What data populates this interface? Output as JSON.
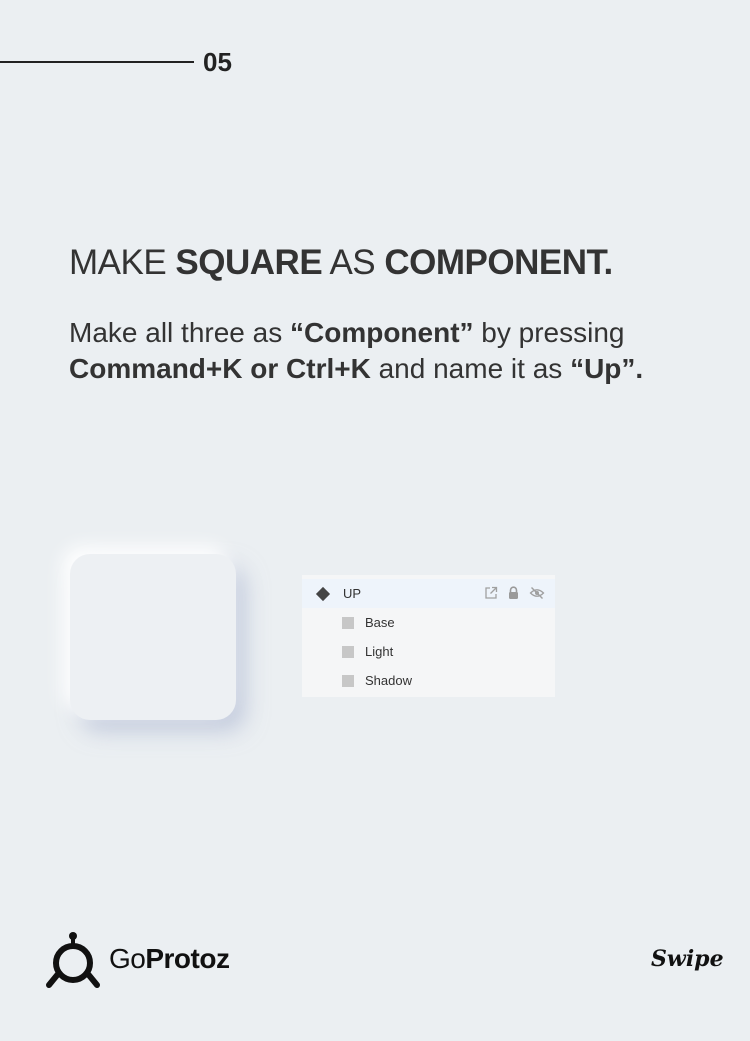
{
  "header": {
    "step_number": "05"
  },
  "title": {
    "part1": "MAKE ",
    "part2": "SQUARE",
    "part3": " AS ",
    "part4": "COMPONENT."
  },
  "description": {
    "t1": "Make all three as ",
    "t2": "“Component”",
    "t3": " by pressing ",
    "t4": "Command+K or Ctrl+K",
    "t5": " and name it as ",
    "t6": "“Up”."
  },
  "layers_panel": {
    "component": {
      "label": "UP",
      "icon": "component-diamond-icon"
    },
    "children": [
      {
        "label": "Base",
        "icon": "rectangle-icon"
      },
      {
        "label": "Light",
        "icon": "rectangle-icon"
      },
      {
        "label": "Shadow",
        "icon": "rectangle-icon"
      }
    ],
    "actions": [
      "external-link-icon",
      "lock-icon",
      "eye-hidden-icon"
    ]
  },
  "brand": {
    "name_light": "Go",
    "name_bold": "Protoz"
  },
  "footer": {
    "swipe_label": "Swipe"
  },
  "colors": {
    "background": "#ebeff2",
    "text": "#333333",
    "panel": "#f5f6f7",
    "selected_row": "#eef4fb"
  }
}
